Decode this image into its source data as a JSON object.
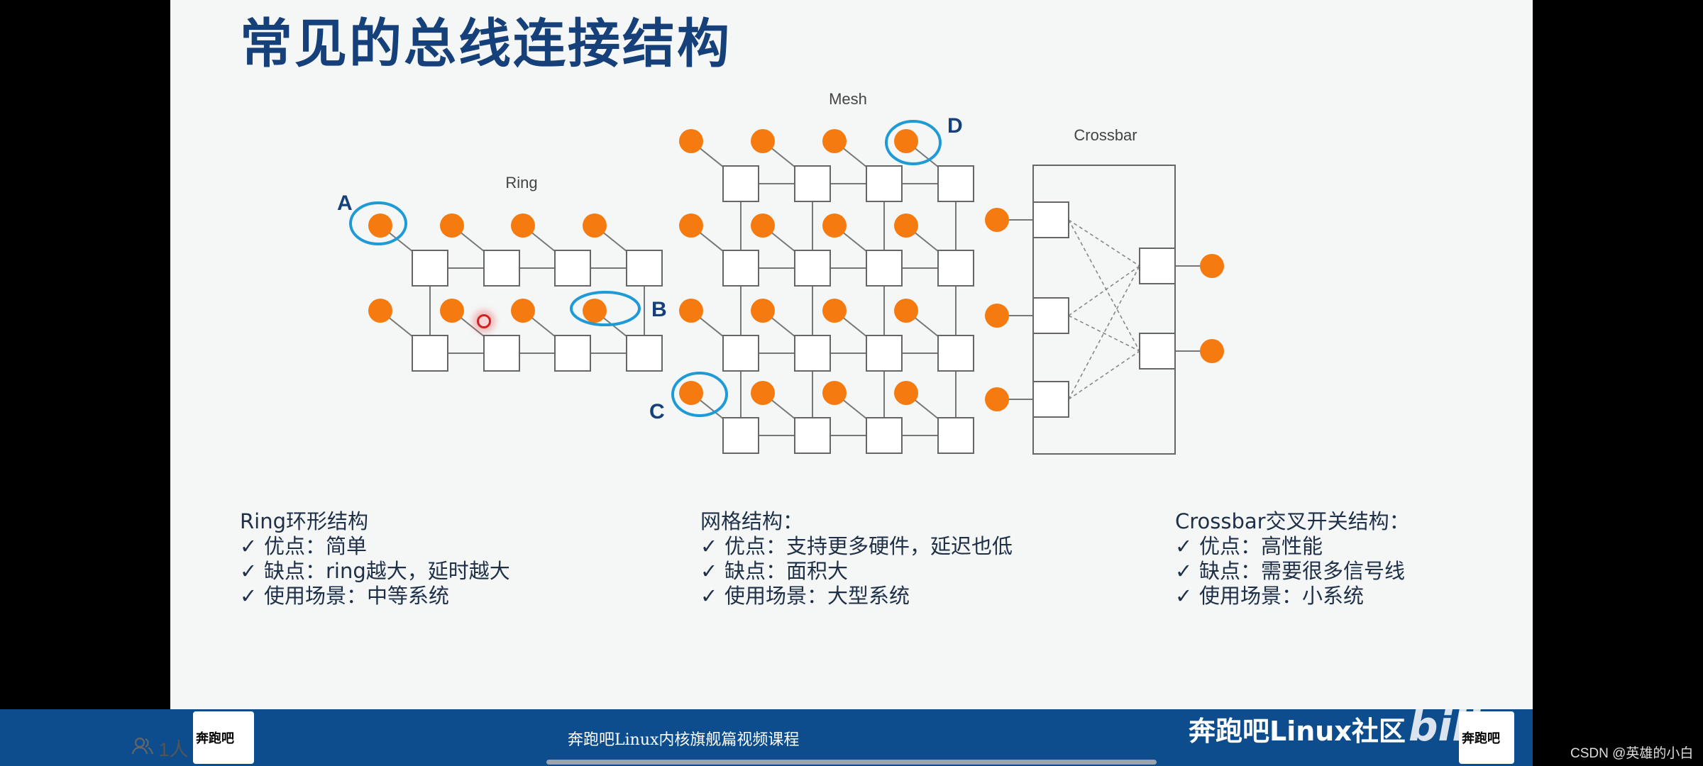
{
  "slide": {
    "title": "常见的总线连接结构",
    "labels": {
      "ring": "Ring",
      "mesh": "Mesh",
      "crossbar": "Crossbar",
      "a": "A",
      "b": "B",
      "c": "C",
      "d": "D"
    },
    "columns": [
      {
        "heading": "Ring环形结构",
        "items": [
          "优点：简单",
          "缺点：ring越大，延时越大",
          "使用场景：中等系统"
        ]
      },
      {
        "heading": "网格结构：",
        "items": [
          "优点：支持更多硬件，延迟也低",
          "缺点：面积大",
          "使用场景：大型系统"
        ]
      },
      {
        "heading": "Crossbar交叉开关结构：",
        "items": [
          "优点：高性能",
          "缺点：需要很多信号线",
          "使用场景：小系统"
        ]
      }
    ],
    "check_glyph": "✓"
  },
  "colors": {
    "node_orange": "#f57a10",
    "highlight_blue": "#1e9ad6",
    "title_blue": "#16407a",
    "footer_blue": "#0d4d8d"
  },
  "footer": {
    "course_text": "奔跑吧Linux内核旗舰篇视频课程",
    "brand": "奔跑吧Linux社区",
    "bili": "bili",
    "logo_text_left": "奔跑吧",
    "logo_text_right": "奔跑吧"
  },
  "overlay": {
    "viewers": "1人",
    "watermark": "CSDN @英雄的小白"
  }
}
